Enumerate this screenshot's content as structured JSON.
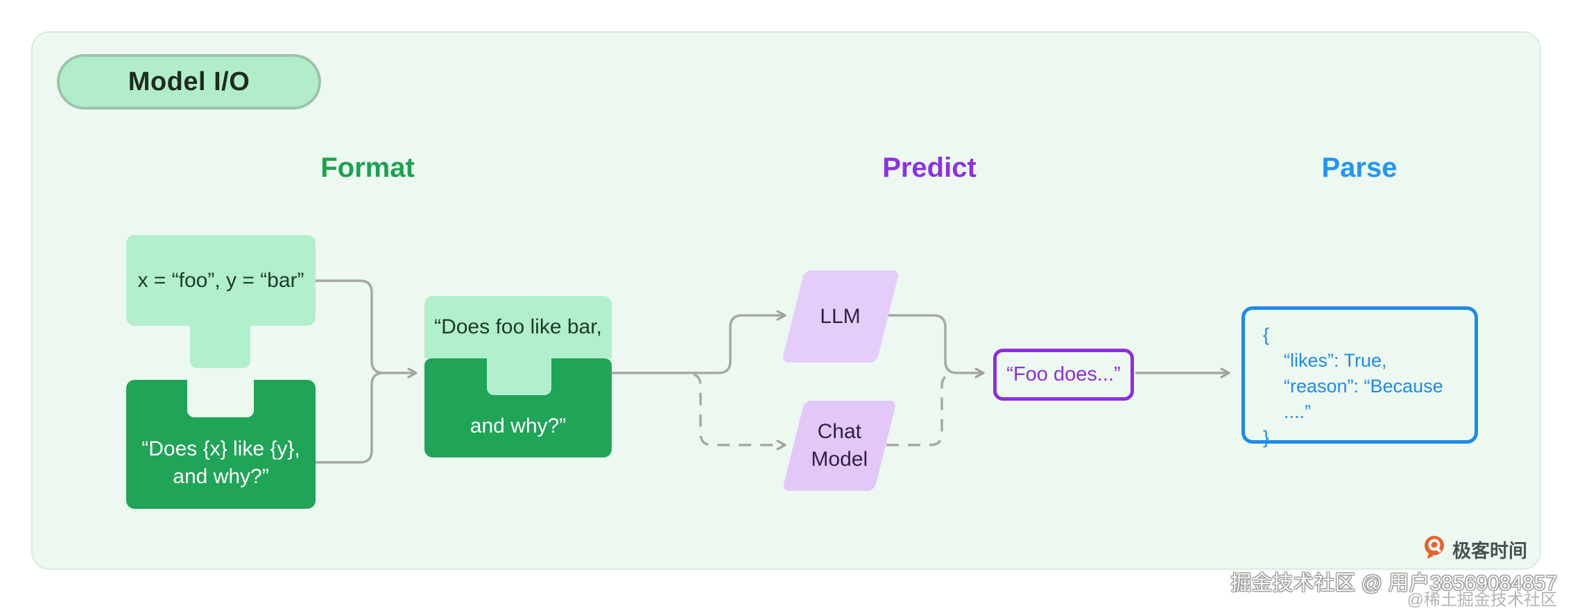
{
  "badge": {
    "label": "Model I/O"
  },
  "sections": {
    "format": "Format",
    "predict": "Predict",
    "parse": "Parse"
  },
  "format": {
    "values_box": "x = “foo”, y = “bar”",
    "template_line1": "“Does {x} like {y},",
    "template_line2": "and why?”",
    "prompt_top": "“Does foo like bar,",
    "prompt_bottom": "and why?”"
  },
  "predict": {
    "llm": "LLM",
    "chat_model": "Chat Model",
    "output": "“Foo does...”"
  },
  "parse": {
    "lines": [
      "{",
      "“likes”: True,",
      "“reason”: “Because ....”",
      "}"
    ]
  },
  "footer": {
    "brand": "极客时间",
    "watermark1": "掘金技术社区 @ 用户38569084857",
    "watermark2": "@稀土掘金技术社区"
  },
  "colors": {
    "board_bg": "#edf8f0",
    "light_green": "#b2efcc",
    "dark_green": "#20a458",
    "format_header": "#1ca24f",
    "predict_header": "#8b31e8",
    "parse_header": "#2196f3",
    "parallelogram": "#e5cdf9",
    "purple_border": "#8d2de2",
    "blue_border": "#1e8ae6",
    "connector_gray": "#a7a8a4",
    "brand_orange": "#e8622d"
  }
}
